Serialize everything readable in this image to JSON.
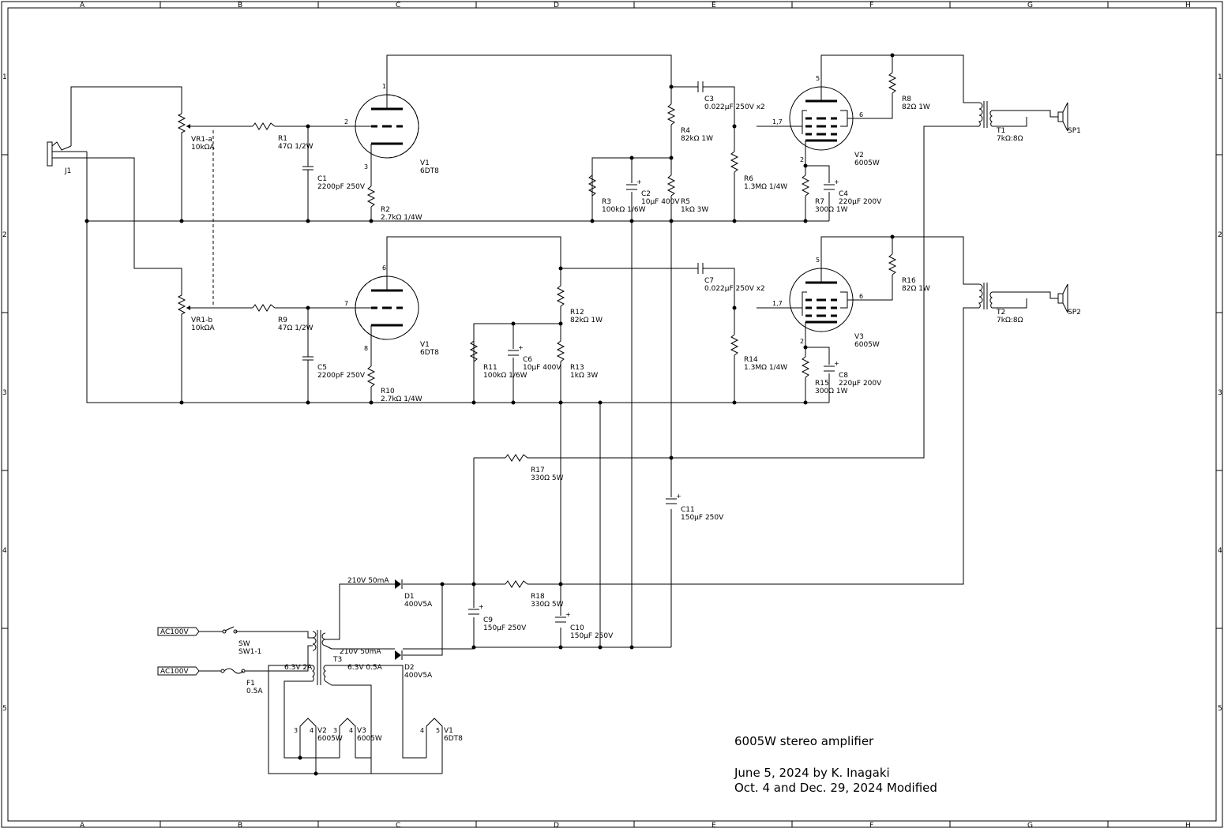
{
  "frame": {
    "cols": [
      "A",
      "B",
      "C",
      "D",
      "E",
      "F",
      "G",
      "H"
    ],
    "rows": [
      "1",
      "2",
      "3",
      "4",
      "5"
    ]
  },
  "title": {
    "main": "6005W stereo amplifier",
    "line2": "June 5, 2024 by K. Inagaki",
    "line3": "Oct. 4 and Dec. 29, 2024 Modified"
  },
  "labels": {
    "j1": "J1",
    "vr1a": "VR1-a",
    "vr1a_v": "10kΩA",
    "vr1b": "VR1-b",
    "vr1b_v": "10kΩA",
    "r1": "R1",
    "r1_v": "47Ω  1/2W",
    "r9": "R9",
    "r9_v": "47Ω 1/2W",
    "c1": "C1",
    "c1_v": "2200pF 250V",
    "c5": "C5",
    "c5_v": "2200pF 250V",
    "r2": "R2",
    "r2_v": "2.7kΩ 1/4W",
    "r10": "R10",
    "r10_v": "2.7kΩ 1/4W",
    "v1a": "V1",
    "v1a_v": "6DT8",
    "v1b": "V1",
    "v1b_v": "6DT8",
    "r3": "R3",
    "r3_v": "100kΩ 1/6W",
    "c2": "C2",
    "c2_v": "10μF 400V",
    "r5": "R5",
    "r5_v": "1kΩ 3W",
    "r4": "R4",
    "r4_v": "82kΩ 1W",
    "c3": "C3",
    "c3_v": "0.022μF 250V x2",
    "r6": "R6",
    "r6_v": "1.3MΩ  1/4W",
    "r11": "R11",
    "r11_v": "100kΩ 1/6W",
    "c6": "C6",
    "c6_v": "10μF 400V",
    "r13": "R13",
    "r13_v": "1kΩ 3W",
    "r12": "R12",
    "r12_v": "82kΩ 1W",
    "c7": "C7",
    "c7_v": "0.022μF 250V x2",
    "r14": "R14",
    "r14_v": "1.3MΩ  1/4W",
    "v2": "V2",
    "v2_v": "6005W",
    "v3": "V3",
    "v3_v": "6005W",
    "r7": "R7",
    "r7_v": "300Ω  1W",
    "c4": "C4",
    "c4_v": "220μF 200V",
    "r15": "R15",
    "r15_v": "300Ω  1W",
    "c8": "C8",
    "c8_v": "220μF 200V",
    "r8": "R8",
    "r8_v": "82Ω 1W",
    "r16": "R16",
    "r16_v": "82Ω 1W",
    "t1": "T1",
    "t1_v": "7kΩ:8Ω",
    "t2": "T2",
    "t2_v": "7kΩ:8Ω",
    "sp1": "SP1",
    "sp2": "SP2",
    "r17": "R17",
    "r17_v": "330Ω 5W",
    "c11": "C11",
    "c11_v": "150μF 250V",
    "r18": "R18",
    "r18_v": "330Ω 5W",
    "c9": "C9",
    "c9_v": "150μF 250V",
    "c10": "C10",
    "c10_v": "150μF 250V",
    "d1": "D1",
    "d1_v": "400V5A",
    "d2": "D2",
    "d2_v": "400V5A",
    "sec1": "210V 50mA",
    "sec2": "210V 50mA",
    "sec3": "6.3V 2A",
    "sec4": "6.3V 0.5A",
    "t3": "T3",
    "ac1": "AC100V",
    "ac2": "AC100V",
    "sw": "SW",
    "sw_v": "SW1-1",
    "f1": "F1",
    "f1_v": "0.5A",
    "h_v2": "V2",
    "h_v2_v": "6005W",
    "h_v3": "V3",
    "h_v3_v": "6005W",
    "h_v1": "V1",
    "h_v1_v": "6DT8"
  },
  "pins": {
    "p1": "1",
    "p2": "2",
    "p3": "3",
    "p6": "6",
    "p7": "7",
    "p8": "8",
    "v2p5": "5",
    "v2p6": "6",
    "v2p17": "1,7",
    "v2p2": "2",
    "v3p5": "5",
    "v3p6": "6",
    "v3p17": "1,7",
    "v3p2": "2",
    "h3a": "3",
    "h4a": "4",
    "h3b": "3",
    "h4b": "4",
    "h4c": "4",
    "h5c": "5"
  }
}
